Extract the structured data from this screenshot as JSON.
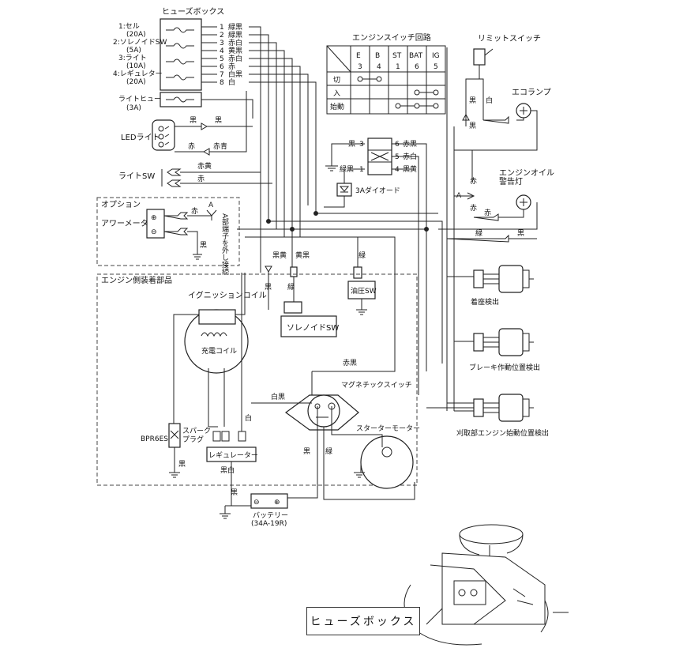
{
  "fusebox": {
    "title": "ヒューズボックス",
    "fuses": [
      {
        "name": "1:セル",
        "rating": "(20A)"
      },
      {
        "name": "2:ソレノイドSW",
        "rating": "(5A)"
      },
      {
        "name": "3:ライト",
        "rating": "(10A)"
      },
      {
        "name": "4:レギュレター",
        "rating": "(20A)"
      }
    ],
    "terminals": [
      {
        "num": "1",
        "color": "緑黒"
      },
      {
        "num": "2",
        "color": "緑黒"
      },
      {
        "num": "3",
        "color": "赤白"
      },
      {
        "num": "4",
        "color": "黄黒"
      },
      {
        "num": "5",
        "color": "赤白"
      },
      {
        "num": "6",
        "color": "赤"
      },
      {
        "num": "7",
        "color": "白黒"
      },
      {
        "num": "8",
        "color": "白"
      }
    ]
  },
  "light_fuse": {
    "name": "ライトヒューズ",
    "rating": "(3A)"
  },
  "led_light": {
    "label": "LEDライト",
    "wire_black_1": "黒",
    "wire_black_2": "黒",
    "wire_red": "赤",
    "wire_redblue": "赤青"
  },
  "light_sw": {
    "label": "ライトSW",
    "wire_redyellow": "赤黄",
    "wire_red": "赤"
  },
  "option": {
    "title": "オプション",
    "hourmeter": "アワーメータ",
    "plus": "⊕",
    "minus": "⊖",
    "wire_red": "赤",
    "wire_black": "黒",
    "note": "A部端子を外し接続",
    "point": "A"
  },
  "engine_parts": {
    "title": "エンジン側装着部品",
    "ignition_coil": "イグニッションコイル",
    "charge_coil": "充電コイル",
    "spark_plug": "スパーク\nプラグ",
    "plug_model": "BPR6ES",
    "regulator": "レギュレーター",
    "wire_white": "白",
    "wire_whiteblack": "白黒",
    "wire_blackwhite": "黒白",
    "wire_black": "黒",
    "wire_red": "赤黒"
  },
  "engine_switch": {
    "title": "エンジンスイッチ回路",
    "headers": [
      "E",
      "B",
      "ST",
      "BAT",
      "IG"
    ],
    "terminal_nums": [
      "3",
      "4",
      "1",
      "6",
      "5"
    ],
    "rows": [
      "切",
      "入",
      "始動"
    ]
  },
  "switch_connector": {
    "left": [
      {
        "color": "黒",
        "num": "3"
      },
      {
        "color": "緑黒",
        "num": "1"
      }
    ],
    "right": [
      {
        "num": "6",
        "color": "赤黒"
      },
      {
        "num": "5",
        "color": "赤白"
      },
      {
        "num": "4",
        "color": "黒黄"
      }
    ]
  },
  "diode": {
    "label": "3Aダイオード"
  },
  "solenoid_sw": {
    "label": "ソレノイドSW",
    "wire_blackyellow": "黒黄",
    "wire_yellowblack": "黄黒",
    "wire_black": "黒",
    "wire_green": "緑"
  },
  "oil_sw": {
    "label": "油圧SW",
    "wire_green": "緑"
  },
  "magnetic_sw": {
    "label": "マグネチックスイッチ",
    "wire_red": "赤黒",
    "wire_whiteblack": "白黒"
  },
  "starter": {
    "label": "スターターモーター",
    "wire_black": "黒",
    "wire_green": "緑"
  },
  "battery": {
    "label": "バッテリー",
    "model": "(34A-19R)",
    "wire_black": "黒"
  },
  "limit_switch": {
    "label": "リミットスイッチ",
    "wire_black": "黒",
    "wire_white": "白",
    "wire_black2": "黒"
  },
  "eco_lamp": {
    "label": "エコランプ"
  },
  "oil_warning": {
    "label": "エンジンオイル\n警告灯",
    "wire_red": "赤",
    "wire_red2": "赤",
    "point": "A"
  },
  "right_wires": {
    "green": "緑",
    "black": "黒"
  },
  "sensors": [
    "着座検出",
    "ブレーキ作動位置検出",
    "刈取部エンジン始動位置検出"
  ],
  "caption": "ヒューズボックス"
}
